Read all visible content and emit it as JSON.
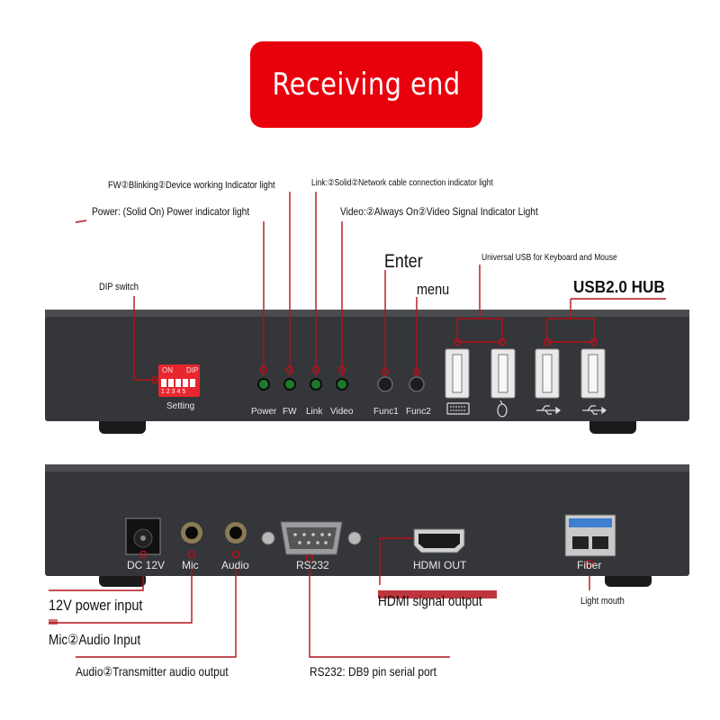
{
  "header": {
    "title": "Receiving end"
  },
  "front_labels": {
    "fw": "FW②Blinking②Device working Indicator light",
    "link": "Link:②Solid②Network cable connection indicator light",
    "power": "Power: (Solid On) Power indicator light",
    "video": "Video:②Always On②Video Signal Indicator Light",
    "enter": "Enter",
    "menu": "menu",
    "usb_keyboard_mouse": "Universal USB for Keyboard and Mouse",
    "usb_hub": "USB2.0 HUB",
    "dip": "DIP switch"
  },
  "front_panel": {
    "dip_on": "ON",
    "dip_dip": "DIP",
    "dip_numbers": "1 2 3 4 5",
    "setting": "Setting",
    "power": "Power",
    "fw": "FW",
    "link": "Link",
    "video": "Video",
    "func1": "Func1",
    "func2": "Func2"
  },
  "rear_panel": {
    "dc": "DC 12V",
    "mic": "Mic",
    "audio": "Audio",
    "rs232": "RS232",
    "hdmi": "HDMI OUT",
    "fiber": "Fiber"
  },
  "rear_labels": {
    "power_input": "12V power input",
    "mic": "Mic②Audio Input",
    "audio": "Audio②Transmitter audio output",
    "rs232": "RS232: DB9 pin serial port",
    "hdmi": "HDMI signal output",
    "light_mouth": "Light mouth"
  },
  "colors": {
    "accent": "#e8000c",
    "leader": "#b3121b",
    "chassis": "#333538",
    "led": "#1e7a2a"
  }
}
